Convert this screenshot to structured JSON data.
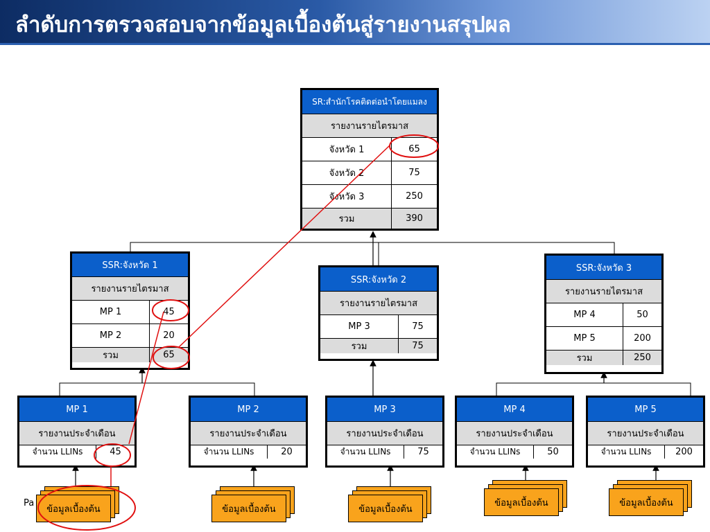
{
  "title": "ลำดับการตรวจสอบจากข้อมูลเบื้องต้นสู่รายงานสรุปผล",
  "footer_text": "Pa",
  "colors": {
    "header_fill": "#0b5fcb",
    "sub_fill": "#dcdcdc",
    "doc_fill": "#f9a31c",
    "highlight": "#e01010"
  },
  "sr": {
    "title": "SR:สำนักโรคติดต่อนำโดยแมลง",
    "subtitle": "รายงานรายไตรมาส",
    "rows": [
      {
        "label": "จังหวัด 1",
        "value": "65"
      },
      {
        "label": "จังหวัด 2",
        "value": "75"
      },
      {
        "label": "จังหวัด 3",
        "value": "250"
      }
    ],
    "total": {
      "label": "รวม",
      "value": "390"
    }
  },
  "ssr": [
    {
      "title": "SSR:จังหวัด 1",
      "subtitle": "รายงานรายไตรมาส",
      "rows": [
        {
          "label": "MP 1",
          "value": "45"
        },
        {
          "label": "MP 2",
          "value": "20"
        }
      ],
      "total": {
        "label": "รวม",
        "value": "65"
      }
    },
    {
      "title": "SSR:จังหวัด 2",
      "subtitle": "รายงานรายไตรมาส",
      "rows": [
        {
          "label": "MP 3",
          "value": "75"
        }
      ],
      "total": {
        "label": "รวม",
        "value": "75"
      }
    },
    {
      "title": "SSR:จังหวัด 3",
      "subtitle": "รายงานรายไตรมาส",
      "rows": [
        {
          "label": "MP 4",
          "value": "50"
        },
        {
          "label": "MP 5",
          "value": "200"
        }
      ],
      "total": {
        "label": "รวม",
        "value": "250"
      }
    }
  ],
  "mp": [
    {
      "title": "MP 1",
      "subtitle": "รายงานประจำเดือน",
      "label": "จำนวน LLINs",
      "value": "45"
    },
    {
      "title": "MP 2",
      "subtitle": "รายงานประจำเดือน",
      "label": "จำนวน LLINs",
      "value": "20"
    },
    {
      "title": "MP 3",
      "subtitle": "รายงานประจำเดือน",
      "label": "จำนวน LLINs",
      "value": "75"
    },
    {
      "title": "MP 4",
      "subtitle": "รายงานประจำเดือน",
      "label": "จำนวน LLINs",
      "value": "50"
    },
    {
      "title": "MP 5",
      "subtitle": "รายงานประจำเดือน",
      "label": "จำนวน LLINs",
      "value": "200"
    }
  ],
  "docs": [
    {
      "label": "ข้อมูลเบื้องต้น"
    },
    {
      "label": "ข้อมูลเบื้องต้น"
    },
    {
      "label": "ข้อมูลเบื้องต้น"
    },
    {
      "label": "ข้อมูลเบื้องต้น"
    },
    {
      "label": "ข้อมูลเบื้องต้น"
    }
  ]
}
